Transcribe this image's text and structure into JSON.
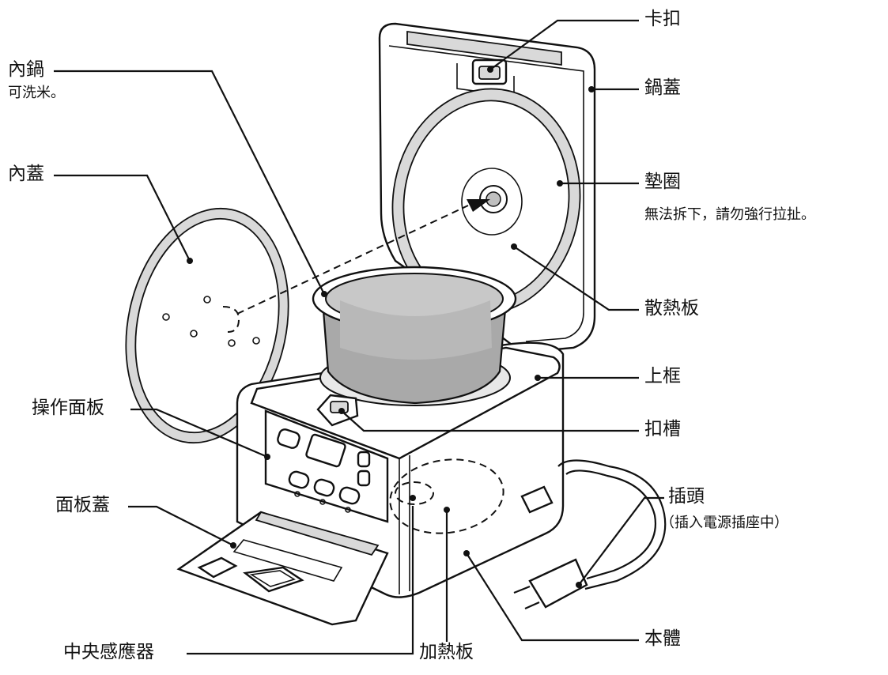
{
  "labels": {
    "inner_pot": "內鍋",
    "inner_pot_note": "可洗米。",
    "inner_lid": "內蓋",
    "control_panel": "操作面板",
    "panel_cover": "面板蓋",
    "center_sensor": "中央感應器",
    "heating_plate_bottom": "加熱板",
    "latch": "卡扣",
    "pot_lid": "鍋蓋",
    "gasket": "墊圈",
    "gasket_note": "無法拆下，請勿強行拉扯。",
    "heat_dissipation_plate": "散熱板",
    "upper_frame": "上框",
    "latch_slot": "扣槽",
    "plug": "插頭",
    "plug_note": "（插入電源插座中）",
    "body": "本體"
  }
}
